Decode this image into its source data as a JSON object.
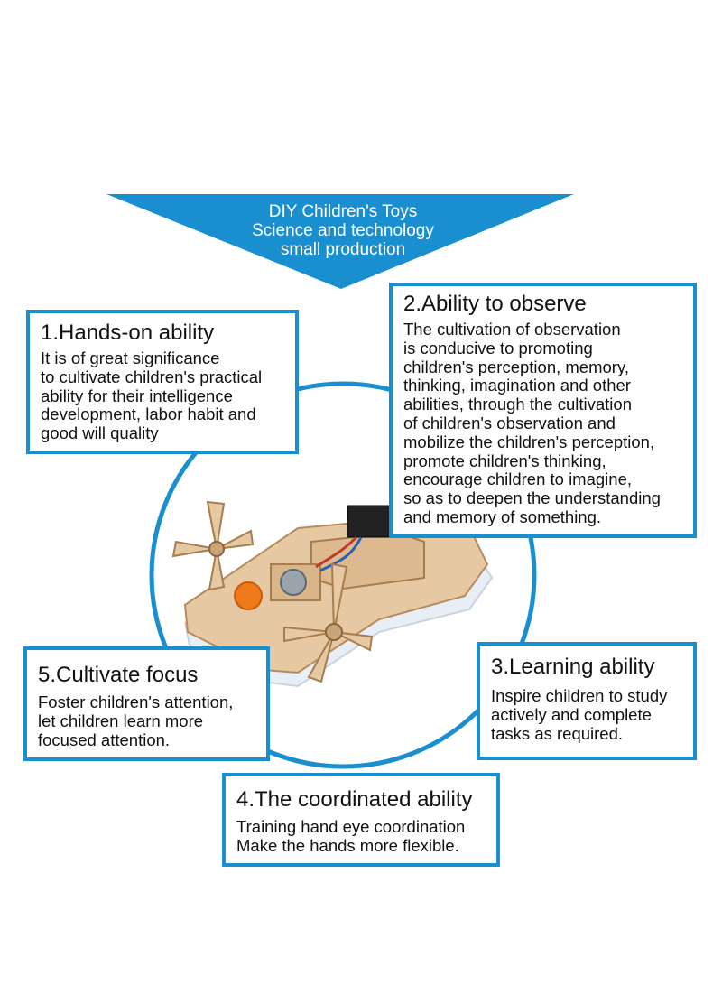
{
  "banner": {
    "lines": [
      "DIY Children's Toys",
      "Science and technology",
      "small production"
    ],
    "color": "#1a8fd0"
  },
  "cards": [
    {
      "title": "1.Hands-on ability",
      "lines": [
        "It is of great significance",
        "to cultivate children's practical",
        "ability for their intelligence",
        "development, labor habit and",
        "good will quality"
      ]
    },
    {
      "title": "2.Ability to observe",
      "lines": [
        "The cultivation of observation",
        "is conducive to promoting",
        "children's perception, memory,",
        "thinking, imagination and other",
        "abilities, through the cultivation",
        "of children's observation and",
        "mobilize the children's perception,",
        "promote children's thinking,",
        "encourage children to imagine,",
        "so as to deepen the understanding",
        "and memory of something."
      ]
    },
    {
      "title": "3.Learning ability",
      "lines": [
        "Inspire children to study",
        "actively and complete",
        "tasks as required."
      ]
    },
    {
      "title": "4.The coordinated ability",
      "lines": [
        "Training hand eye coordination",
        "Make the hands more flexible."
      ]
    },
    {
      "title": "5.Cultivate focus",
      "lines": [
        "Foster children's attention,",
        "let children learn more",
        "focused attention."
      ]
    }
  ],
  "accent_color": "#1a8fd0",
  "toy_icon": "wooden-paddle-boat-illustration"
}
